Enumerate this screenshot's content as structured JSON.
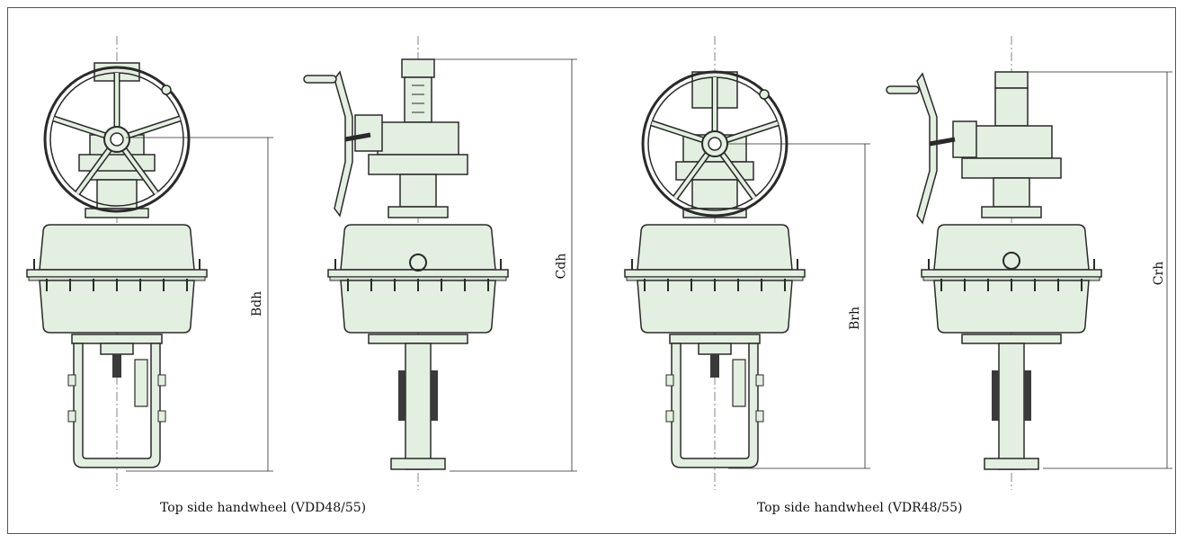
{
  "captions": {
    "left": "Top side handwheel (VDD48/55)",
    "right": "Top side handwheel (VDR48/55)"
  },
  "dimensions": {
    "bdh": "Bdh",
    "cdh": "Cdh",
    "brh": "Brh",
    "crh": "Crh"
  },
  "colors": {
    "body_fill": "#e3efe0",
    "line": "#2a2a2a",
    "frame": "#555555"
  }
}
